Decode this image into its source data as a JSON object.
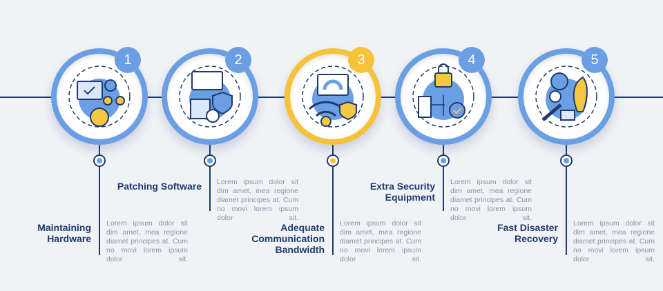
{
  "colors": {
    "accent": "#6a9fe4",
    "highlight": "#f5c33b",
    "navy": "#1e3a6e",
    "text": "#8a93a6",
    "background": "#f0f2f6"
  },
  "steps": [
    {
      "number": "1",
      "title": "Maintaining Hardware",
      "icon": "hardware-gears-monitor-icon",
      "text": "Lorem ipsum dolor sit dim amet, mea regione diamet principes at. Cum no movi lorem ipsum dolor sit."
    },
    {
      "number": "2",
      "title": "Patching Software",
      "icon": "software-patch-chip-shield-icon",
      "text": "Lorem ipsum dolor sit dim amet, mea regione diamet principes at. Cum no movi lorem ipsum dolor sit."
    },
    {
      "number": "3",
      "title": "Adequate Communication Bandwidth",
      "icon": "bandwidth-wifi-speedometer-icon",
      "text": "Lorem ipsum dolor sit dim amet, mea regione diamet principes at. Cum no movi lorem ipsum dolor sit."
    },
    {
      "number": "4",
      "title": "Extra Security Equipment",
      "icon": "security-lock-server-icon",
      "text": "Lorem ipsum dolor sit dim amet, mea regione diamet principes at. Cum no movi lorem ipsum dolor sit."
    },
    {
      "number": "5",
      "title": "Fast Disaster Recovery",
      "icon": "recovery-rocket-wrench-icon",
      "text": "Lorem ipsum dolor sit dim amet, mea regione diamet principes at. Cum no movi lorem ipsum dolor sit."
    }
  ]
}
